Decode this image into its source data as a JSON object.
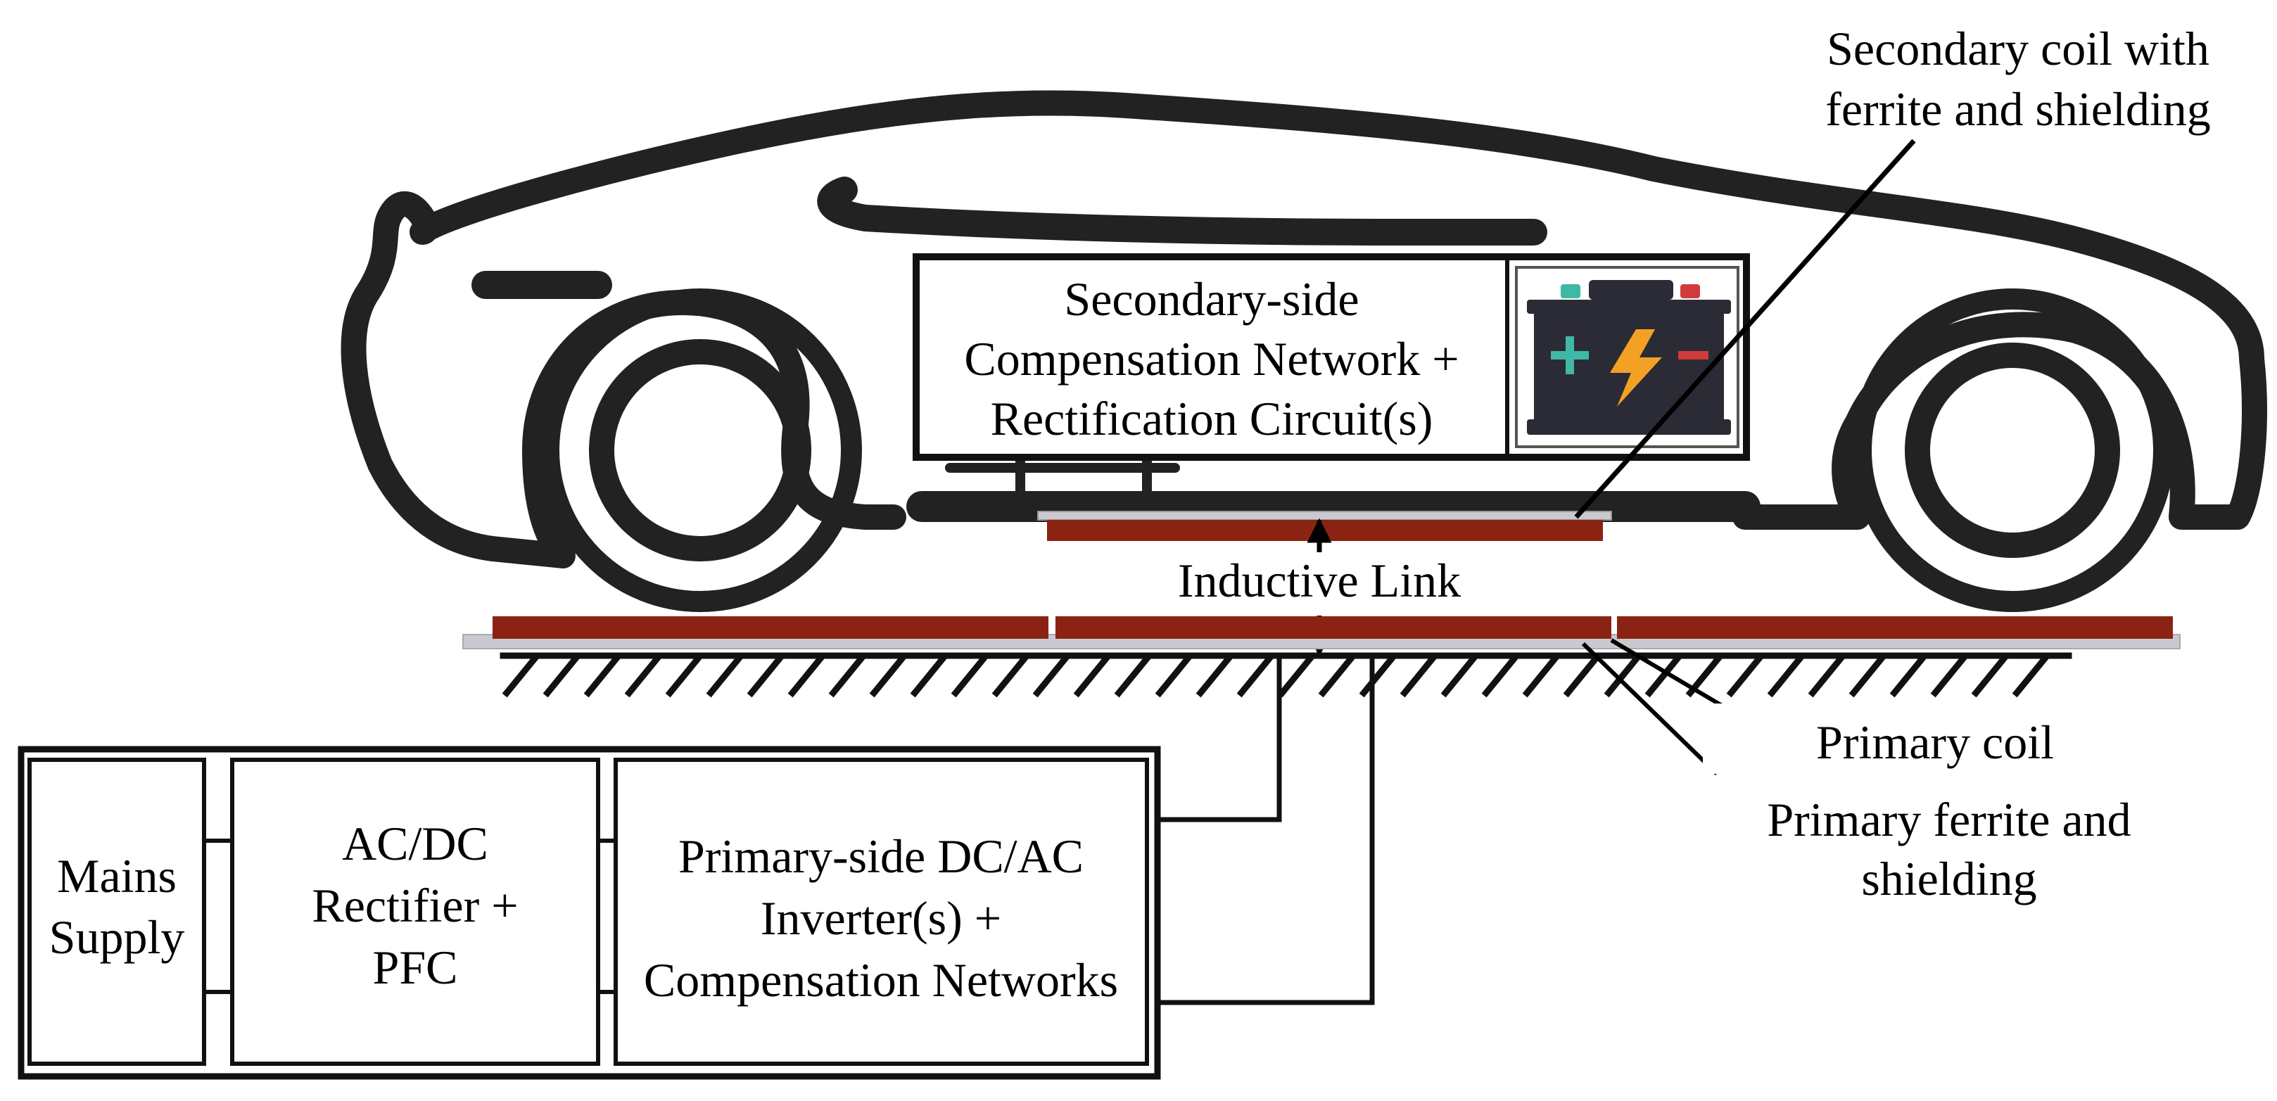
{
  "colors": {
    "outline": "#222222",
    "coil": "#8b2312",
    "ferrite": "#c9c9cf",
    "battery_body": "#2b2b36",
    "battery_plus": "#3fb8a6",
    "battery_minus": "#d23b3b",
    "battery_bolt": "#f3a125"
  },
  "labels": {
    "secondary_coil_callout": [
      "Secondary coil with",
      "ferrite and shielding"
    ],
    "secondary_block": [
      "Secondary-side",
      "Compensation Network +",
      "Rectification Circuit(s)"
    ],
    "inductive_link": "Inductive Link",
    "primary_coil": "Primary coil",
    "primary_ferrite": [
      "Primary ferrite and",
      "shielding"
    ],
    "mains": [
      "Mains",
      "Supply"
    ],
    "rectifier": [
      "AC/DC",
      "Rectifier +",
      "PFC"
    ],
    "inverter": [
      "Primary-side DC/AC",
      "Inverter(s) +",
      "Compensation Networks"
    ]
  },
  "icons": {
    "battery": "battery-icon",
    "bolt": "lightning-bolt-icon",
    "plus": "plus-icon",
    "minus": "minus-icon",
    "car": "car-outline-icon",
    "ground": "ground-hatch-icon"
  }
}
